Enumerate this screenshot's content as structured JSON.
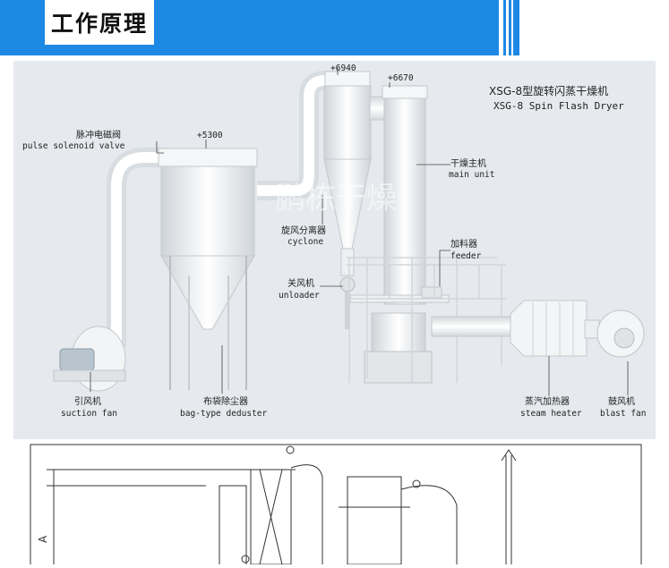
{
  "header": {
    "title": "工作原理",
    "accent_color": "#1e88e5"
  },
  "diagram": {
    "title_cn": "XSG-8型旋转闪蒸干燥机",
    "title_en": "XSG-8 Spin Flash Dryer",
    "watermark": "鹏栋干燥",
    "elevations": [
      "+6940",
      "+6670",
      "+5300"
    ],
    "labels": {
      "pulse_valve_cn": "脉冲电磁阀",
      "pulse_valve_en": "pulse solenoid valve",
      "main_unit_cn": "干燥主机",
      "main_unit_en": "main unit",
      "cyclone_cn": "旋风分离器",
      "cyclone_en": "cyclone",
      "feeder_cn": "加料器",
      "feeder_en": "feeder",
      "unloader_cn": "关风机",
      "unloader_en": "unloader",
      "suction_fan_cn": "引风机",
      "suction_fan_en": "suction fan",
      "deduster_cn": "布袋除尘器",
      "deduster_en": "bag-type deduster",
      "steam_heater_cn": "蒸汽加热器",
      "steam_heater_en": "steam heater",
      "blast_fan_cn": "鼓风机",
      "blast_fan_en": "blast fan"
    }
  },
  "drawing": {
    "axis_letter": "A"
  }
}
